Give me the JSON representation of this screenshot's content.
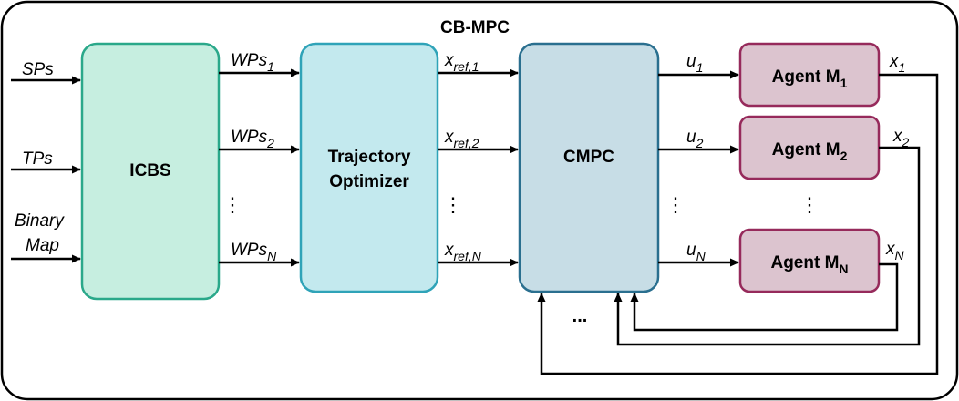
{
  "title": "CB-MPC",
  "inputs": [
    {
      "id": "sps",
      "text": "SPs"
    },
    {
      "id": "tps",
      "text": "TPs"
    },
    {
      "id": "binary",
      "text": "Binary"
    },
    {
      "id": "map",
      "text": "Map"
    }
  ],
  "blocks": {
    "icbs": {
      "text": "ICBS",
      "fill": "#c6eee0",
      "stroke": "#2aa88a"
    },
    "traj": {
      "line1": "Trajectory",
      "line2": "Optimizer",
      "fill": "#c3e9ee",
      "stroke": "#2fa3b8"
    },
    "cmpc": {
      "text": "CMPC",
      "fill": "#c7dde6",
      "stroke": "#2a6f8f"
    }
  },
  "waypoints": [
    {
      "base": "WPs",
      "sub": "1"
    },
    {
      "base": "WPs",
      "sub": "2"
    },
    {
      "base": "WPs",
      "sub": "N"
    }
  ],
  "references": [
    {
      "base": "x",
      "sub": "ref,1"
    },
    {
      "base": "x",
      "sub": "ref,2"
    },
    {
      "base": "x",
      "sub": "ref,N"
    }
  ],
  "controls": [
    {
      "base": "u",
      "sub": "1"
    },
    {
      "base": "u",
      "sub": "2"
    },
    {
      "base": "u",
      "sub": "N"
    }
  ],
  "agents": [
    {
      "base": "Agent M",
      "sub": "1"
    },
    {
      "base": "Agent M",
      "sub": "2"
    },
    {
      "base": "Agent M",
      "sub": "N"
    }
  ],
  "agent_style": {
    "fill": "#dcc4cf",
    "stroke": "#962a5b"
  },
  "states": [
    {
      "base": "x",
      "sub": "1"
    },
    {
      "base": "x",
      "sub": "2"
    },
    {
      "base": "x",
      "sub": "N"
    }
  ],
  "ellipsis": {
    "vertical": "⋮",
    "horizontal": "..."
  }
}
